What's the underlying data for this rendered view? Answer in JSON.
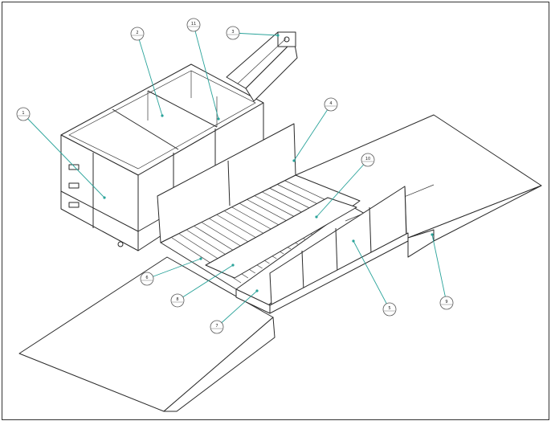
{
  "drawing": {
    "callouts": [
      {
        "id": "c1",
        "label": "1"
      },
      {
        "id": "c2",
        "label": "2"
      },
      {
        "id": "c3",
        "label": "3"
      },
      {
        "id": "c4",
        "label": "4"
      },
      {
        "id": "c5",
        "label": "5"
      },
      {
        "id": "c6",
        "label": "6"
      },
      {
        "id": "c7",
        "label": "7"
      },
      {
        "id": "c8",
        "label": "8"
      },
      {
        "id": "c9",
        "label": "9"
      },
      {
        "id": "c10",
        "label": "10"
      },
      {
        "id": "c11",
        "label": "11"
      }
    ]
  }
}
